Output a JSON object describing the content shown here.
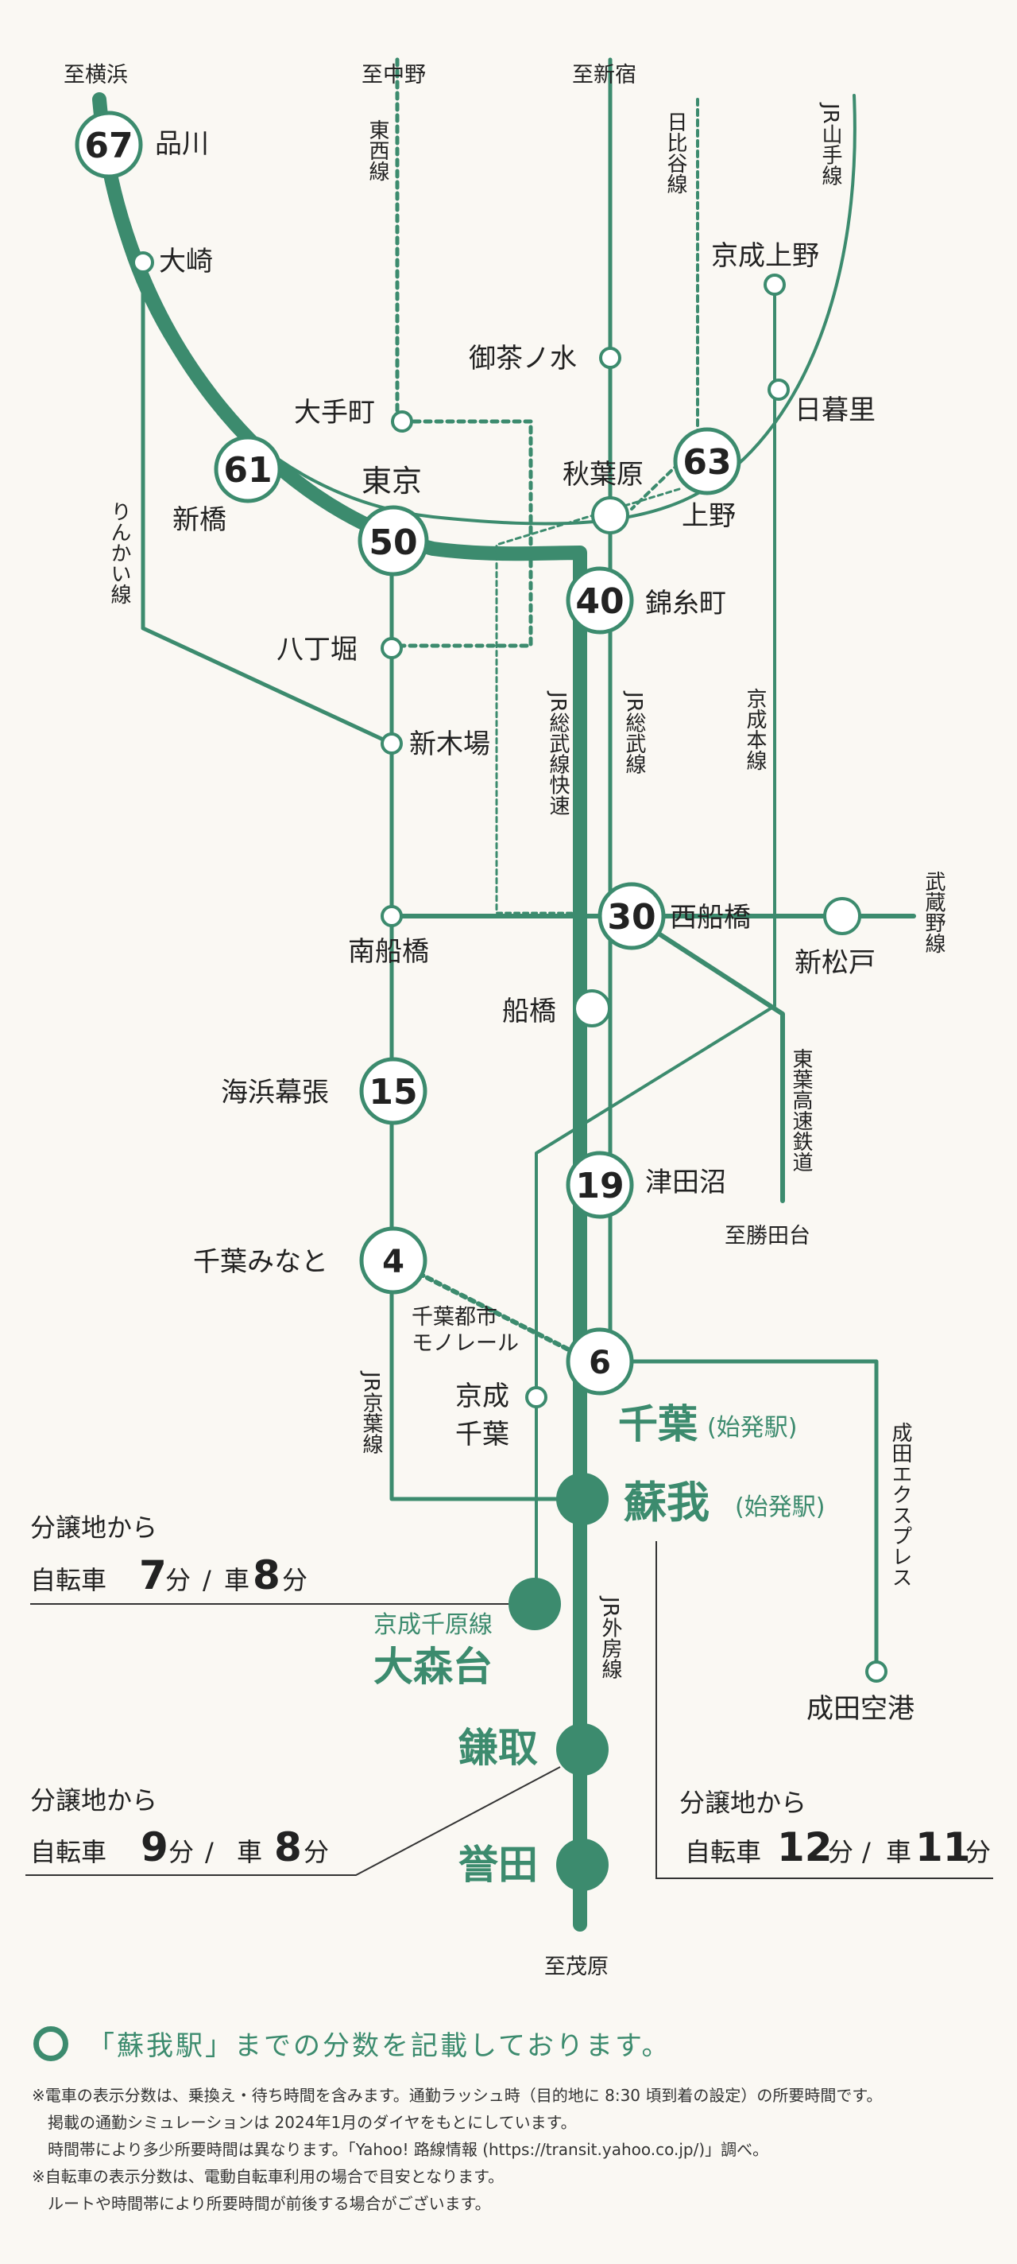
{
  "colors": {
    "line": "#3c8b6e",
    "background": "#faf8f3",
    "text": "#222222"
  },
  "destinations": {
    "yokohama": "至横浜",
    "nakano": "至中野",
    "shinjuku": "至新宿",
    "katsutadai": "至勝田台",
    "mobara": "至茂原"
  },
  "lines": {
    "tozai": "東西線",
    "hibiya": "日比谷線",
    "yamanote": "JR山手線",
    "rinkai": "りんかい線",
    "sobu_rapid": "JR総武線快速",
    "sobu": "JR総武線",
    "keisei_main": "京成本線",
    "musashino": "武蔵野線",
    "toyo": "東葉高速鉄道",
    "monorail_1": "千葉都市",
    "monorail_2": "モノレール",
    "keiyo": "JR京葉線",
    "narita_ex": "成田エクスプレス",
    "sotobo": "JR外房線",
    "keisei_chihara": "京成千原線"
  },
  "stations": {
    "shinagawa": {
      "name": "品川",
      "minutes": "67"
    },
    "osaki": {
      "name": "大崎"
    },
    "shinbashi": {
      "name": "新橋",
      "minutes": "61"
    },
    "tokyo": {
      "name": "東京",
      "minutes": "50"
    },
    "otemachi": {
      "name": "大手町"
    },
    "ochanomizu": {
      "name": "御茶ノ水"
    },
    "akihabara": {
      "name": "秋葉原"
    },
    "ueno": {
      "name": "上野",
      "minutes": "63"
    },
    "keisei_ueno": {
      "name": "京成上野"
    },
    "nippori": {
      "name": "日暮里"
    },
    "kinshicho": {
      "name": "錦糸町",
      "minutes": "40"
    },
    "hatchobori": {
      "name": "八丁堀"
    },
    "shinkiba": {
      "name": "新木場"
    },
    "minami_funabashi": {
      "name": "南船橋"
    },
    "nishi_funabashi": {
      "name": "西船橋",
      "minutes": "30"
    },
    "shin_matsudo": {
      "name": "新松戸"
    },
    "funabashi": {
      "name": "船橋"
    },
    "kaihin_makuhari": {
      "name": "海浜幕張",
      "minutes": "15"
    },
    "tsudanuma": {
      "name": "津田沼",
      "minutes": "19"
    },
    "chiba_minato": {
      "name": "千葉みなと",
      "minutes": "4"
    },
    "chiba": {
      "name": "千葉",
      "note": "(始発駅)",
      "minutes": "6"
    },
    "keisei_chiba_1": {
      "name": "京成"
    },
    "keisei_chiba_2": {
      "name": "千葉"
    },
    "soga": {
      "name": "蘇我",
      "note": "(始発駅)"
    },
    "omoridai": {
      "name": "大森台"
    },
    "kamatori": {
      "name": "鎌取"
    },
    "honda": {
      "name": "誉田"
    },
    "narita_airport": {
      "name": "成田空港"
    }
  },
  "access": {
    "soga": {
      "from": "分譲地から",
      "bike_label": "自転車",
      "bike_min": "7",
      "unit": "分",
      "sep": "/",
      "car_label": "車",
      "car_min": "8"
    },
    "kamatori": {
      "from": "分譲地から",
      "bike_label": "自転車",
      "bike_min": "9",
      "unit": "分",
      "sep": "/",
      "car_label": "車",
      "car_min": "8"
    },
    "honda": {
      "from": "分譲地から",
      "bike_label": "自転車",
      "bike_min": "12",
      "unit": "分",
      "sep": "/",
      "car_label": "車",
      "car_min": "11"
    }
  },
  "legend": {
    "text": "「蘇我駅」までの分数を記載しております。"
  },
  "notes": [
    "※電車の表示分数は、乗換え・待ち時間を含みます。通勤ラッシュ時（目的地に 8:30 頃到着の設定）の所要時間です。",
    "　掲載の通勤シミュレーションは 2024年1月のダイヤをもとにしています。",
    "　時間帯により多少所要時間は異なります。「Yahoo! 路線情報 (https://transit.yahoo.co.jp/)」調べ。",
    "※自転車の表示分数は、電動自転車利用の場合で目安となります。",
    "　ルートや時間帯により所要時間が前後する場合がございます。"
  ]
}
